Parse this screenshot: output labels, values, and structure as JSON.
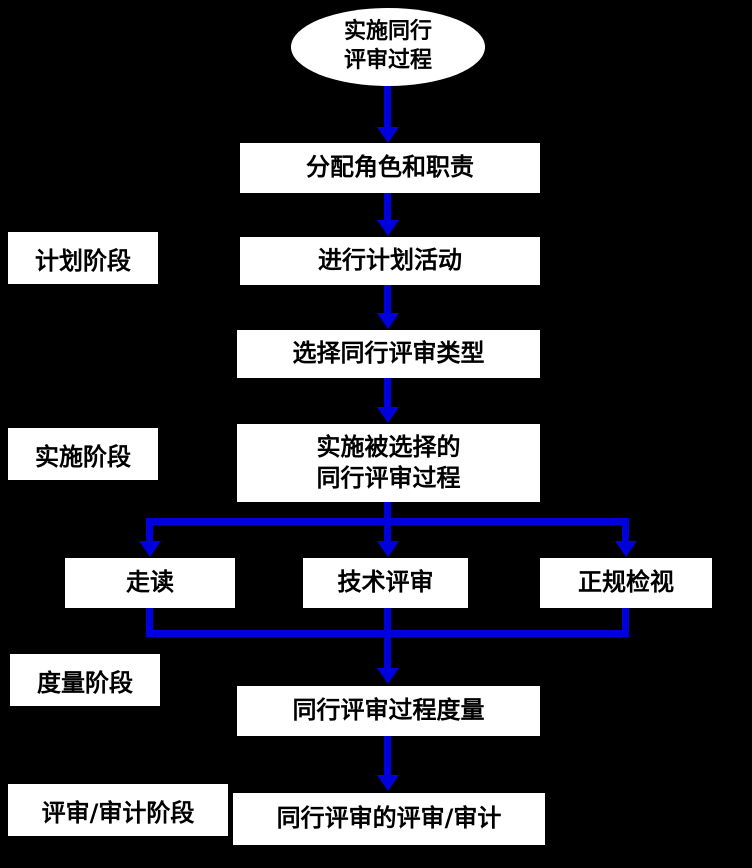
{
  "colors": {
    "background": "#000000",
    "arrow": "#0000DD",
    "node_bg": "#FFFFFF",
    "node_text": "#000000"
  },
  "nodes": {
    "start": "实施同行\n评审过程",
    "assign": "分配角色和职责",
    "plan": "进行计划活动",
    "select": "选择同行评审类型",
    "implement": "实施被选择的\n同行评审过程",
    "walkthrough": "走读",
    "tech_review": "技术评审",
    "inspection": "正规检视",
    "measure": "同行评审过程度量",
    "audit": "同行评审的评审/审计"
  },
  "phases": {
    "plan": "计划阶段",
    "implement": "实施阶段",
    "measure": "度量阶段",
    "audit": "评审/审计阶段"
  }
}
